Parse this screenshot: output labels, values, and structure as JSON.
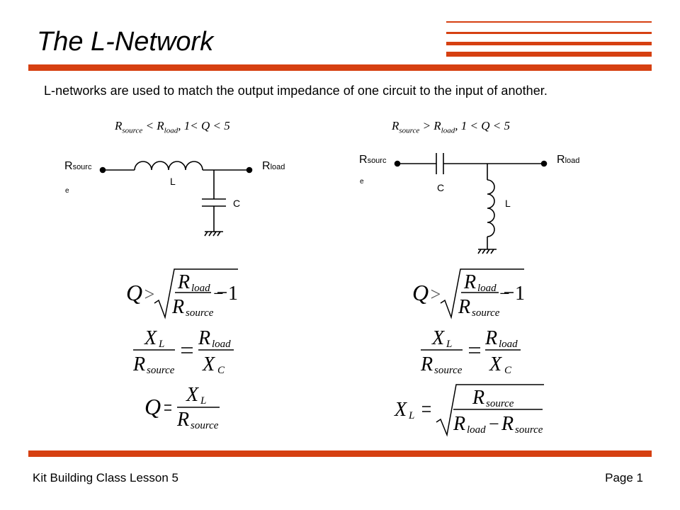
{
  "slide": {
    "title": "The L-Network",
    "intro": "L-networks are used to match the output impedance of one circuit to the input of another.",
    "accent_color": "#d64011"
  },
  "left": {
    "condition": {
      "r1": "R",
      "s1": "source",
      "mid": " < R",
      "s2": "load",
      "tail": ", 1< Q < 5"
    },
    "labels": {
      "src_main": "R",
      "src_sub": "sourc",
      "src_wrap": "e",
      "load_main": "R",
      "load_sub": "load",
      "inductor": "L",
      "capacitor": "C"
    },
    "eq": {
      "Q": "Q",
      "gt": ">",
      "minus": "−",
      "one": "1",
      "eqs": "=",
      "R": "R",
      "X": "X",
      "load": "load",
      "source": "source",
      "L": "L",
      "C": "C"
    }
  },
  "right": {
    "condition": {
      "r1": "R",
      "s1": "source",
      "mid": " > R",
      "s2": "load",
      "tail": ", 1 < Q < 5"
    },
    "labels": {
      "src_main": "R",
      "src_sub": "sourc",
      "src_wrap": "e",
      "load_main": "R",
      "load_sub": "load",
      "inductor": "L",
      "capacitor": "C"
    },
    "eq": {
      "Q": "Q",
      "gt": ">",
      "minus": "−",
      "one": "1",
      "eqs": "=",
      "R": "R",
      "X": "X",
      "load": "load",
      "source": "source",
      "L": "L",
      "C": "C"
    }
  },
  "footer": {
    "left": "Kit Building Class Lesson 5",
    "right": "Page 1"
  }
}
